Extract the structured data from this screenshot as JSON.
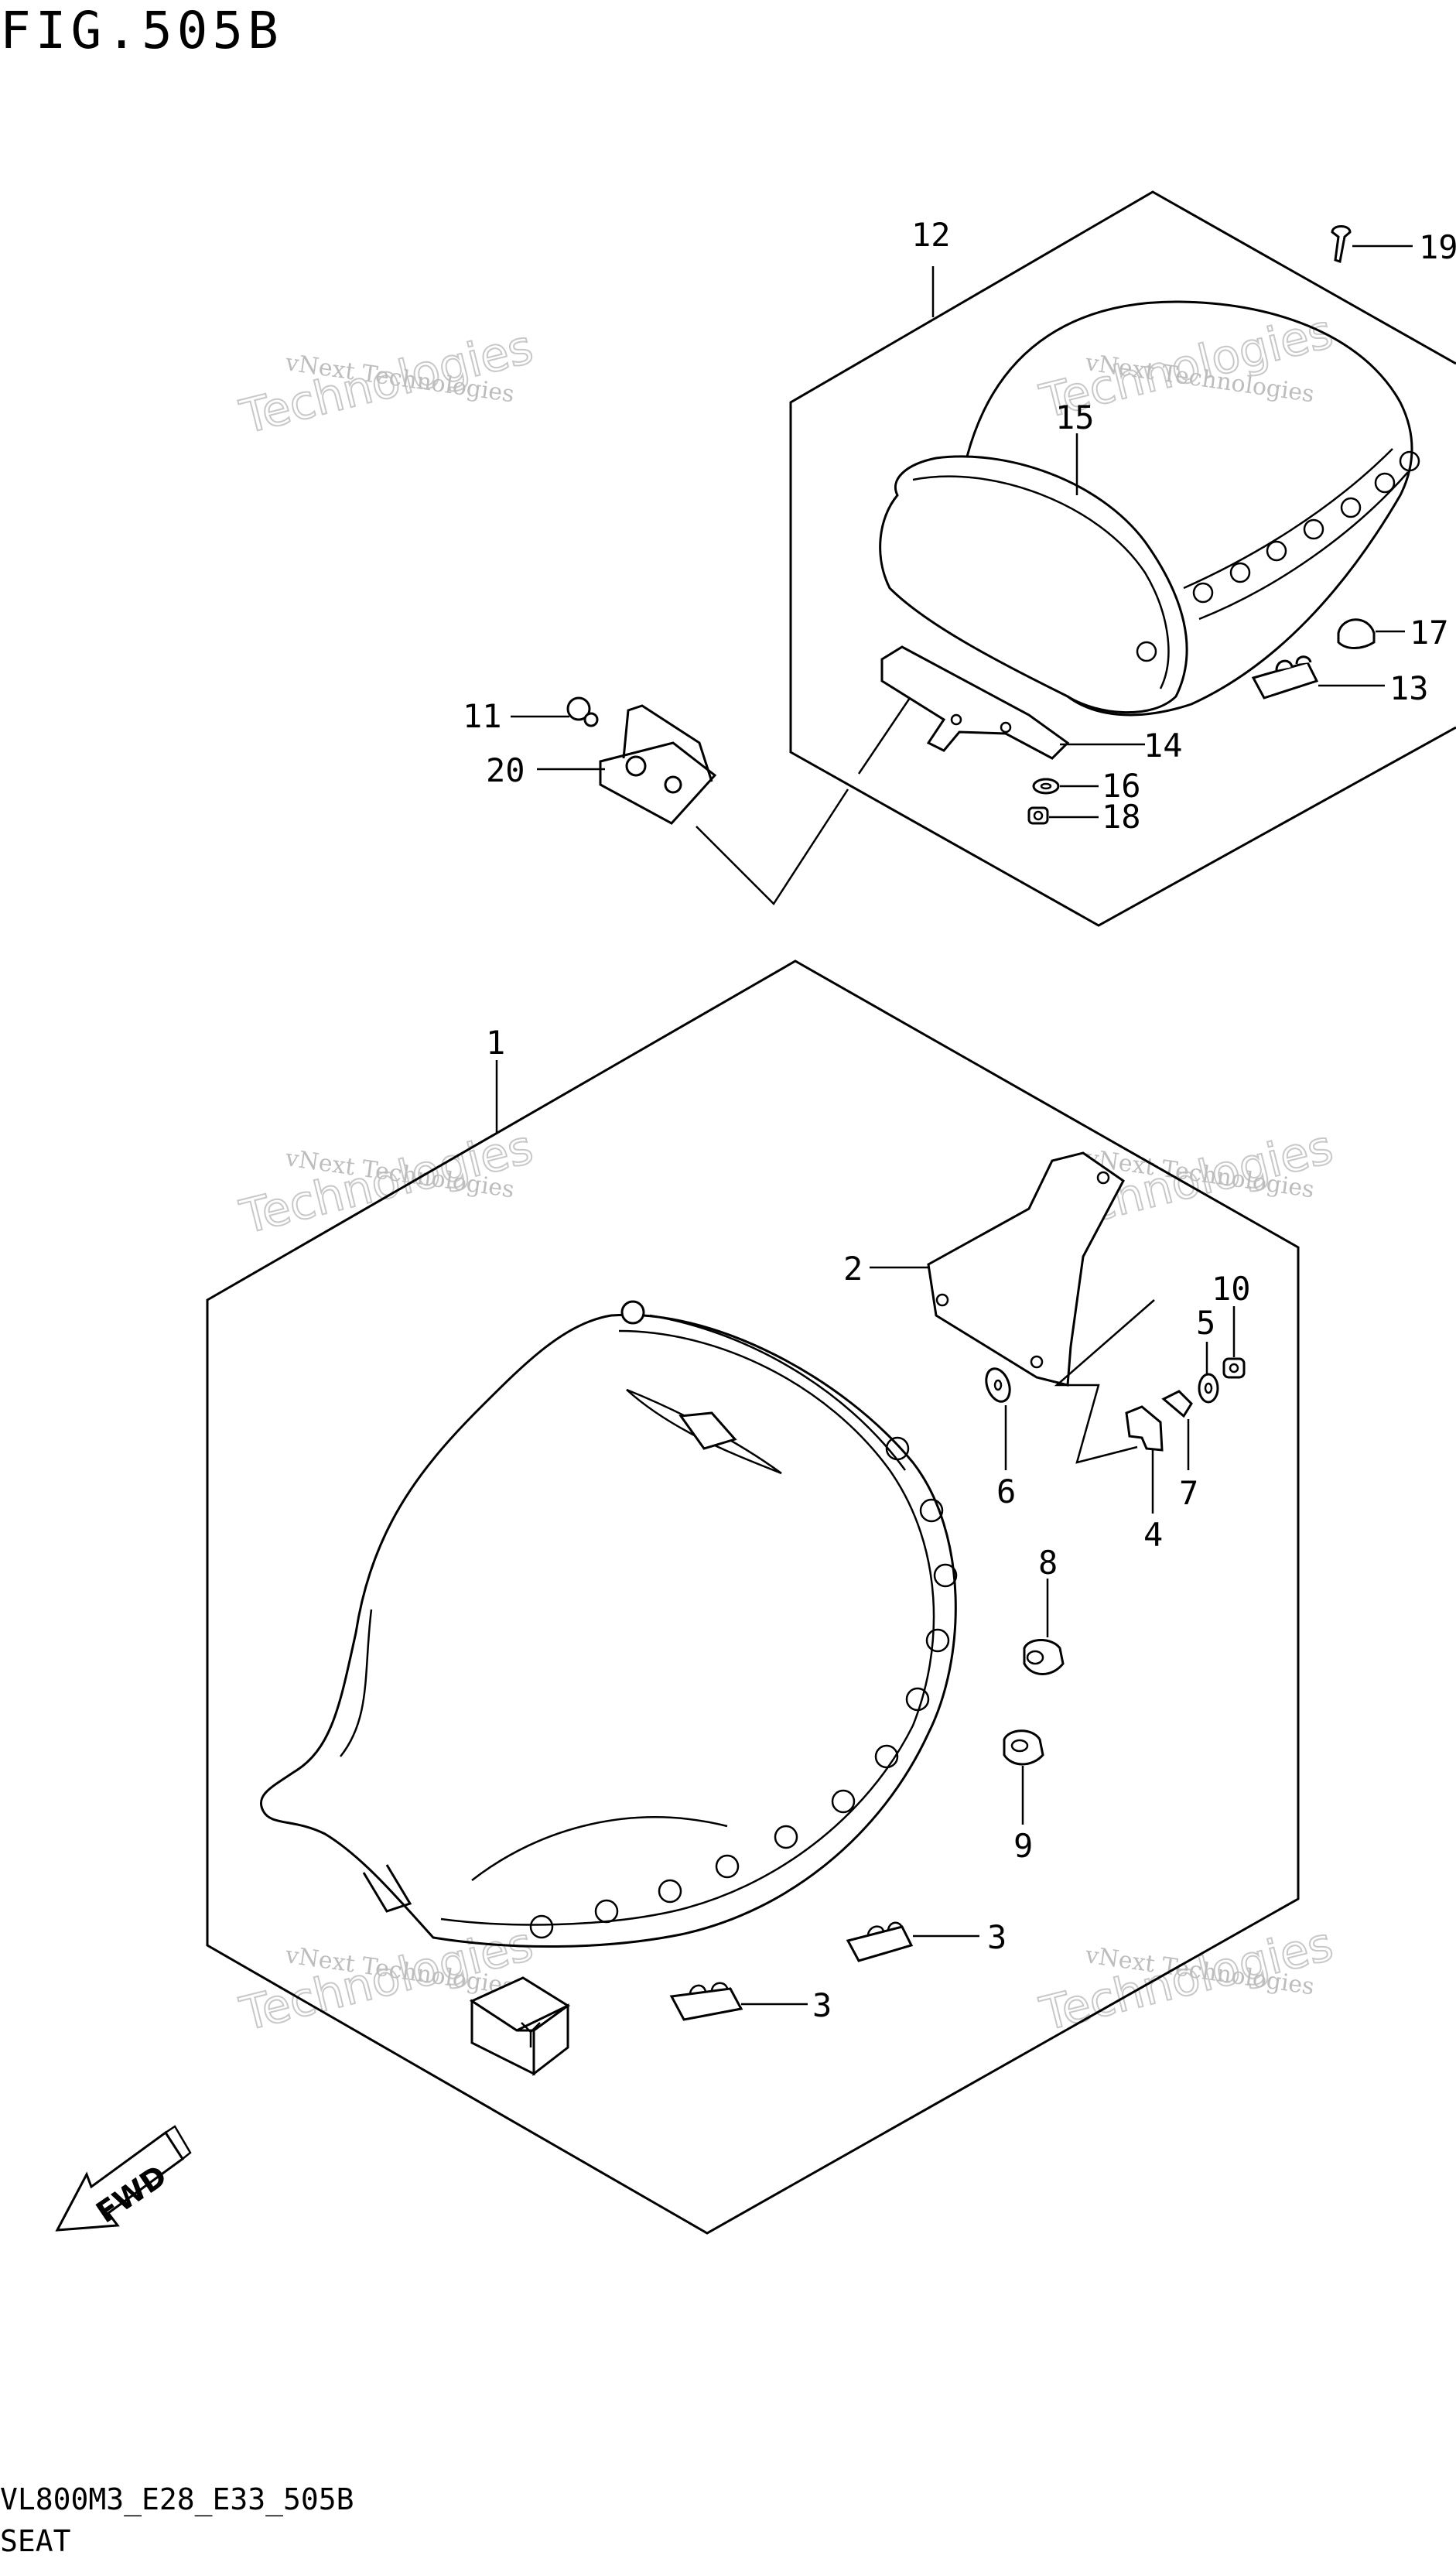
{
  "header": {
    "figure_title": "FIG.505B"
  },
  "footer": {
    "model_code": "VL800M3_E28_E33_505B",
    "section_name": "SEAT"
  },
  "callouts": [
    "1",
    "2",
    "3",
    "3",
    "4",
    "5",
    "6",
    "7",
    "8",
    "9",
    "10",
    "11",
    "12",
    "13",
    "14",
    "15",
    "16",
    "17",
    "18",
    "19",
    "20"
  ],
  "direction_label": "FWD",
  "watermark": {
    "line1": "vNext Technologies",
    "line2": "Technologies"
  }
}
